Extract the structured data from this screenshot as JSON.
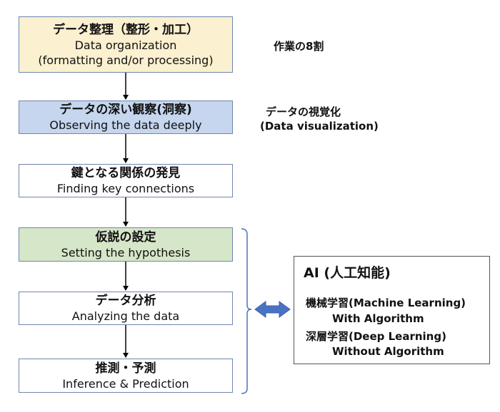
{
  "steps": [
    {
      "jp": "データ整理（整形・加工）",
      "en": "Data organization",
      "en2": "(formatting and/or processing)"
    },
    {
      "jp": "データの深い観察(洞察)",
      "en": "Observing the data deeply"
    },
    {
      "jp": "鍵となる関係の発見",
      "en": "Finding key connections"
    },
    {
      "jp": "仮説の設定",
      "en": "Setting the hypothesis"
    },
    {
      "jp": "データ分析",
      "en": "Analyzing the data"
    },
    {
      "jp": "推測・予測",
      "en": "Inference & Prediction"
    }
  ],
  "notes": {
    "workload": "作業の8割",
    "visualization_jp": "データの視覚化",
    "visualization_en": "(Data visualization)"
  },
  "ai_box": {
    "title": "AI (人工知能)",
    "ml": "機械学習(Machine Learning)",
    "ml_sub": "With Algorithm",
    "dl": "深層学習(Deep Learning)",
    "dl_sub": "Without Algorithm"
  },
  "colors": {
    "step1_fill": "#fbf0cf",
    "step2_fill": "#c5d6ee",
    "step4_fill": "#d6e6c8",
    "box_border": "#6e86ad",
    "double_arrow": "#4a72c4",
    "bracket": "#4a72c4"
  }
}
